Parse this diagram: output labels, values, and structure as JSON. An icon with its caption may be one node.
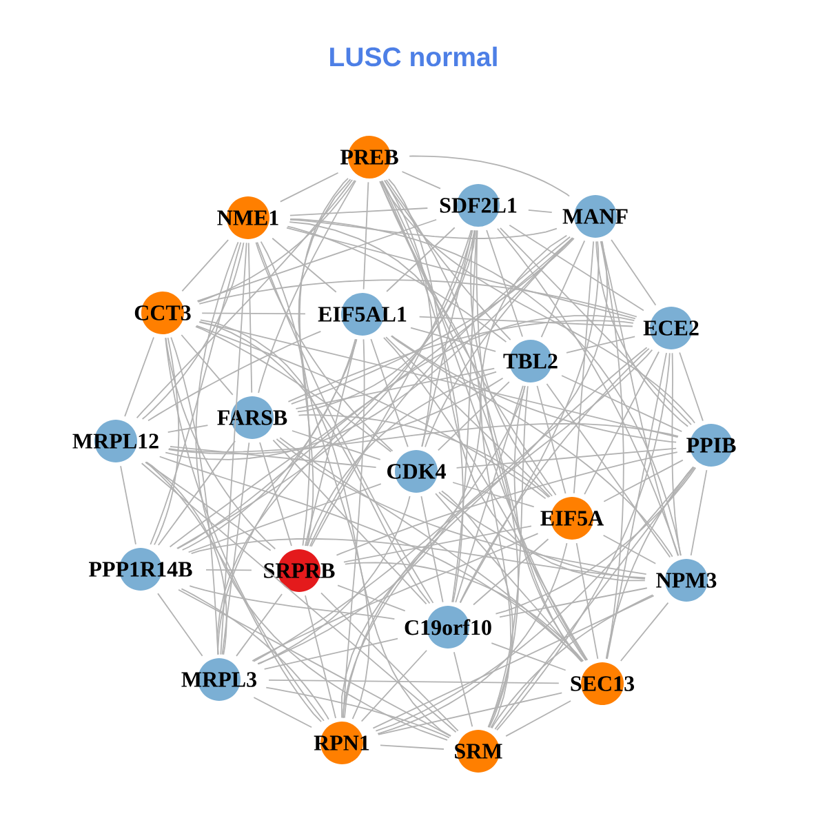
{
  "diagram": {
    "title": "LUSC normal",
    "nodes": [
      {
        "text": [
          "PREB"
        ]
      },
      {
        "text": [
          "SDF2L1"
        ]
      },
      {
        "text": [
          "MANF"
        ]
      },
      {
        "text": [
          "NME1"
        ]
      },
      {
        "text": [
          "CCT3"
        ]
      },
      {
        "text": [
          "EIF5AL1"
        ]
      },
      {
        "text": [
          "ECE2"
        ]
      },
      {
        "text": [
          "TBL2"
        ]
      },
      {
        "text": [
          "FARSB"
        ]
      },
      {
        "text": [
          "MRPL12"
        ]
      },
      {
        "text": [
          "PPIB"
        ]
      },
      {
        "text": [
          "CDK4"
        ]
      },
      {
        "text": [
          "EIF5A"
        ]
      },
      {
        "text": [
          "PPP1R14B"
        ]
      },
      {
        "text": [
          "SRPRB"
        ]
      },
      {
        "text": [
          "NPM3"
        ]
      },
      {
        "text": [
          "C19orf10"
        ]
      },
      {
        "text": [
          "MRPL3"
        ]
      },
      {
        "text": [
          "SEC13"
        ]
      },
      {
        "text": [
          "RPN1"
        ]
      },
      {
        "text": [
          "SRM"
        ]
      }
    ],
    "edges": [
      {
        "from": 0,
        "to": 1,
        "arrow": "none"
      },
      {
        "from": 0,
        "to": 2,
        "arrow": "none"
      },
      {
        "from": 0,
        "to": 3,
        "arrow": "none"
      },
      {
        "from": 0,
        "to": 4,
        "arrow": "none"
      },
      {
        "from": 0,
        "to": 5,
        "arrow": "none"
      },
      {
        "from": 0,
        "to": 7,
        "arrow": "none"
      },
      {
        "from": 0,
        "to": 8,
        "arrow": "none"
      },
      {
        "from": 0,
        "to": 9,
        "arrow": "none"
      },
      {
        "from": 0,
        "to": 10,
        "arrow": "none"
      },
      {
        "from": 0,
        "to": 11,
        "arrow": "none"
      },
      {
        "from": 0,
        "to": 12,
        "arrow": "none"
      },
      {
        "from": 0,
        "to": 14,
        "arrow": "none"
      },
      {
        "from": 0,
        "to": 15,
        "arrow": "none"
      },
      {
        "from": 0,
        "to": 16,
        "arrow": "none"
      },
      {
        "from": 0,
        "to": 17,
        "arrow": "none"
      },
      {
        "from": 0,
        "to": 18,
        "arrow": "none"
      },
      {
        "from": 0,
        "to": 19,
        "arrow": "none"
      },
      {
        "from": 0,
        "to": 20,
        "arrow": "none"
      },
      {
        "from": 1,
        "to": 2,
        "arrow": "none"
      },
      {
        "from": 1,
        "to": 3,
        "arrow": "none"
      },
      {
        "from": 1,
        "to": 4,
        "arrow": "none"
      },
      {
        "from": 1,
        "to": 5,
        "arrow": "none"
      },
      {
        "from": 1,
        "to": 6,
        "arrow": "none"
      },
      {
        "from": 1,
        "to": 7,
        "arrow": "none"
      },
      {
        "from": 1,
        "to": 8,
        "arrow": "none"
      },
      {
        "from": 1,
        "to": 10,
        "arrow": "none"
      },
      {
        "from": 1,
        "to": 11,
        "arrow": "none"
      },
      {
        "from": 1,
        "to": 12,
        "arrow": "none"
      },
      {
        "from": 1,
        "to": 13,
        "arrow": "none"
      },
      {
        "from": 1,
        "to": 14,
        "arrow": "none"
      },
      {
        "from": 1,
        "to": 15,
        "arrow": "none"
      },
      {
        "from": 1,
        "to": 16,
        "arrow": "none"
      },
      {
        "from": 1,
        "to": 17,
        "arrow": "none"
      },
      {
        "from": 1,
        "to": 18,
        "arrow": "none"
      },
      {
        "from": 2,
        "to": 3,
        "arrow": "none"
      },
      {
        "from": 2,
        "to": 6,
        "arrow": "none"
      },
      {
        "from": 2,
        "to": 7,
        "arrow": "none"
      },
      {
        "from": 2,
        "to": 8,
        "arrow": "none"
      },
      {
        "from": 2,
        "to": 9,
        "arrow": "none"
      },
      {
        "from": 2,
        "to": 10,
        "arrow": "none"
      },
      {
        "from": 2,
        "to": 11,
        "arrow": "none"
      },
      {
        "from": 2,
        "to": 12,
        "arrow": "none"
      },
      {
        "from": 2,
        "to": 13,
        "arrow": "none"
      },
      {
        "from": 2,
        "to": 14,
        "arrow": "none"
      },
      {
        "from": 2,
        "to": 15,
        "arrow": "none"
      },
      {
        "from": 2,
        "to": 16,
        "arrow": "none"
      },
      {
        "from": 2,
        "to": 18,
        "arrow": "none"
      },
      {
        "from": 2,
        "to": 19,
        "arrow": "none"
      },
      {
        "from": 2,
        "to": 20,
        "arrow": "none"
      },
      {
        "from": 3,
        "to": 4,
        "arrow": "none"
      },
      {
        "from": 3,
        "to": 5,
        "arrow": "none"
      },
      {
        "from": 3,
        "to": 6,
        "arrow": "none"
      },
      {
        "from": 3,
        "to": 7,
        "arrow": "none"
      },
      {
        "from": 3,
        "to": 8,
        "arrow": "none"
      },
      {
        "from": 3,
        "to": 9,
        "arrow": "none"
      },
      {
        "from": 3,
        "to": 11,
        "arrow": "none"
      },
      {
        "from": 3,
        "to": 13,
        "arrow": "none"
      },
      {
        "from": 3,
        "to": 14,
        "arrow": "none"
      },
      {
        "from": 3,
        "to": 15,
        "arrow": "none"
      },
      {
        "from": 3,
        "to": 16,
        "arrow": "none"
      },
      {
        "from": 3,
        "to": 17,
        "arrow": "none"
      },
      {
        "from": 3,
        "to": 18,
        "arrow": "none"
      },
      {
        "from": 3,
        "to": 20,
        "arrow": "none"
      },
      {
        "from": 4,
        "to": 5,
        "arrow": "none"
      },
      {
        "from": 4,
        "to": 6,
        "arrow": "none"
      },
      {
        "from": 4,
        "to": 8,
        "arrow": "none"
      },
      {
        "from": 4,
        "to": 9,
        "arrow": "none"
      },
      {
        "from": 4,
        "to": 10,
        "arrow": "none"
      },
      {
        "from": 4,
        "to": 11,
        "arrow": "none"
      },
      {
        "from": 4,
        "to": 12,
        "arrow": "none"
      },
      {
        "from": 4,
        "to": 13,
        "arrow": "none"
      },
      {
        "from": 4,
        "to": 14,
        "arrow": "none"
      },
      {
        "from": 4,
        "to": 16,
        "arrow": "none"
      },
      {
        "from": 4,
        "to": 17,
        "arrow": "none"
      },
      {
        "from": 4,
        "to": 19,
        "arrow": "none"
      },
      {
        "from": 4,
        "to": 20,
        "arrow": "none"
      },
      {
        "from": 5,
        "to": 6,
        "arrow": "none"
      },
      {
        "from": 5,
        "to": 7,
        "arrow": "none"
      },
      {
        "from": 5,
        "to": 9,
        "arrow": "none"
      },
      {
        "from": 5,
        "to": 10,
        "arrow": "none"
      },
      {
        "from": 5,
        "to": 11,
        "arrow": "none"
      },
      {
        "from": 5,
        "to": 12,
        "arrow": "none"
      },
      {
        "from": 5,
        "to": 13,
        "arrow": "none"
      },
      {
        "from": 5,
        "to": 14,
        "arrow": "none"
      },
      {
        "from": 5,
        "to": 15,
        "arrow": "none"
      },
      {
        "from": 5,
        "to": 17,
        "arrow": "none"
      },
      {
        "from": 5,
        "to": 18,
        "arrow": "none"
      },
      {
        "from": 5,
        "to": 19,
        "arrow": "none"
      },
      {
        "from": 6,
        "to": 7,
        "arrow": "none"
      },
      {
        "from": 6,
        "to": 8,
        "arrow": "none"
      },
      {
        "from": 6,
        "to": 10,
        "arrow": "none"
      },
      {
        "from": 6,
        "to": 12,
        "arrow": "none"
      },
      {
        "from": 6,
        "to": 13,
        "arrow": "none"
      },
      {
        "from": 6,
        "to": 15,
        "arrow": "none"
      },
      {
        "from": 6,
        "to": 16,
        "arrow": "none"
      },
      {
        "from": 6,
        "to": 17,
        "arrow": "none"
      },
      {
        "from": 6,
        "to": 18,
        "arrow": "none"
      },
      {
        "from": 6,
        "to": 19,
        "arrow": "none"
      },
      {
        "from": 6,
        "to": 20,
        "arrow": "none"
      },
      {
        "from": 7,
        "to": 8,
        "arrow": "none"
      },
      {
        "from": 7,
        "to": 9,
        "arrow": "none"
      },
      {
        "from": 7,
        "to": 10,
        "arrow": "none"
      },
      {
        "from": 7,
        "to": 11,
        "arrow": "none"
      },
      {
        "from": 7,
        "to": 12,
        "arrow": "none"
      },
      {
        "from": 7,
        "to": 14,
        "arrow": "none"
      },
      {
        "from": 7,
        "to": 15,
        "arrow": "none"
      },
      {
        "from": 7,
        "to": 16,
        "arrow": "none"
      },
      {
        "from": 7,
        "to": 18,
        "arrow": "none"
      },
      {
        "from": 7,
        "to": 19,
        "arrow": "none"
      },
      {
        "from": 7,
        "to": 20,
        "arrow": "none"
      },
      {
        "from": 8,
        "to": 9,
        "arrow": "none"
      },
      {
        "from": 8,
        "to": 11,
        "arrow": "none"
      },
      {
        "from": 8,
        "to": 12,
        "arrow": "none"
      },
      {
        "from": 8,
        "to": 13,
        "arrow": "none"
      },
      {
        "from": 8,
        "to": 14,
        "arrow": "none"
      },
      {
        "from": 8,
        "to": 15,
        "arrow": "none"
      },
      {
        "from": 8,
        "to": 16,
        "arrow": "none"
      },
      {
        "from": 8,
        "to": 17,
        "arrow": "none"
      },
      {
        "from": 8,
        "to": 18,
        "arrow": "none"
      },
      {
        "from": 9,
        "to": 10,
        "arrow": "none"
      },
      {
        "from": 9,
        "to": 11,
        "arrow": "none"
      },
      {
        "from": 9,
        "to": 13,
        "arrow": "none"
      },
      {
        "from": 9,
        "to": 14,
        "arrow": "none"
      },
      {
        "from": 9,
        "to": 17,
        "arrow": "none"
      },
      {
        "from": 9,
        "to": 18,
        "arrow": "none"
      },
      {
        "from": 9,
        "to": 19,
        "arrow": "none"
      },
      {
        "from": 9,
        "to": 20,
        "arrow": "none"
      },
      {
        "from": 10,
        "to": 11,
        "arrow": "none"
      },
      {
        "from": 10,
        "to": 12,
        "arrow": "none"
      },
      {
        "from": 10,
        "to": 14,
        "arrow": "none"
      },
      {
        "from": 10,
        "to": 15,
        "arrow": "none"
      },
      {
        "from": 10,
        "to": 16,
        "arrow": "none"
      },
      {
        "from": 10,
        "to": 18,
        "arrow": "none"
      },
      {
        "from": 10,
        "to": 19,
        "arrow": "none"
      },
      {
        "from": 10,
        "to": 20,
        "arrow": "none"
      },
      {
        "from": 11,
        "to": 12,
        "arrow": "none"
      },
      {
        "from": 11,
        "to": 13,
        "arrow": "none"
      },
      {
        "from": 11,
        "to": 15,
        "arrow": "none"
      },
      {
        "from": 11,
        "to": 16,
        "arrow": "none"
      },
      {
        "from": 11,
        "to": 17,
        "arrow": "none"
      },
      {
        "from": 11,
        "to": 18,
        "arrow": "none"
      },
      {
        "from": 11,
        "to": 20,
        "arrow": "none"
      },
      {
        "from": 12,
        "to": 14,
        "arrow": "none"
      },
      {
        "from": 12,
        "to": 15,
        "arrow": "none"
      },
      {
        "from": 12,
        "to": 16,
        "arrow": "none"
      },
      {
        "from": 12,
        "to": 17,
        "arrow": "none"
      },
      {
        "from": 12,
        "to": 18,
        "arrow": "none"
      },
      {
        "from": 12,
        "to": 19,
        "arrow": "none"
      },
      {
        "from": 13,
        "to": 14,
        "arrow": "none"
      },
      {
        "from": 13,
        "to": 15,
        "arrow": "none"
      },
      {
        "from": 13,
        "to": 16,
        "arrow": "none"
      },
      {
        "from": 13,
        "to": 17,
        "arrow": "none"
      },
      {
        "from": 13,
        "to": 19,
        "arrow": "none"
      },
      {
        "from": 13,
        "to": 20,
        "arrow": "none"
      },
      {
        "from": 14,
        "to": 16,
        "arrow": "none"
      },
      {
        "from": 14,
        "to": 17,
        "arrow": "none"
      },
      {
        "from": 14,
        "to": 18,
        "arrow": "none"
      },
      {
        "from": 14,
        "to": 19,
        "arrow": "none"
      },
      {
        "from": 14,
        "to": 20,
        "arrow": "none"
      },
      {
        "from": 15,
        "to": 16,
        "arrow": "none"
      },
      {
        "from": 15,
        "to": 18,
        "arrow": "none"
      },
      {
        "from": 15,
        "to": 19,
        "arrow": "none"
      },
      {
        "from": 15,
        "to": 20,
        "arrow": "none"
      },
      {
        "from": 16,
        "to": 17,
        "arrow": "none"
      },
      {
        "from": 16,
        "to": 18,
        "arrow": "none"
      },
      {
        "from": 16,
        "to": 19,
        "arrow": "none"
      },
      {
        "from": 16,
        "to": 20,
        "arrow": "none"
      },
      {
        "from": 17,
        "to": 18,
        "arrow": "none"
      },
      {
        "from": 17,
        "to": 19,
        "arrow": "none"
      },
      {
        "from": 17,
        "to": 20,
        "arrow": "none"
      },
      {
        "from": 18,
        "to": 19,
        "arrow": "none"
      },
      {
        "from": 18,
        "to": 20,
        "arrow": "none"
      },
      {
        "from": 19,
        "to": 20,
        "arrow": "none"
      }
    ]
  }
}
